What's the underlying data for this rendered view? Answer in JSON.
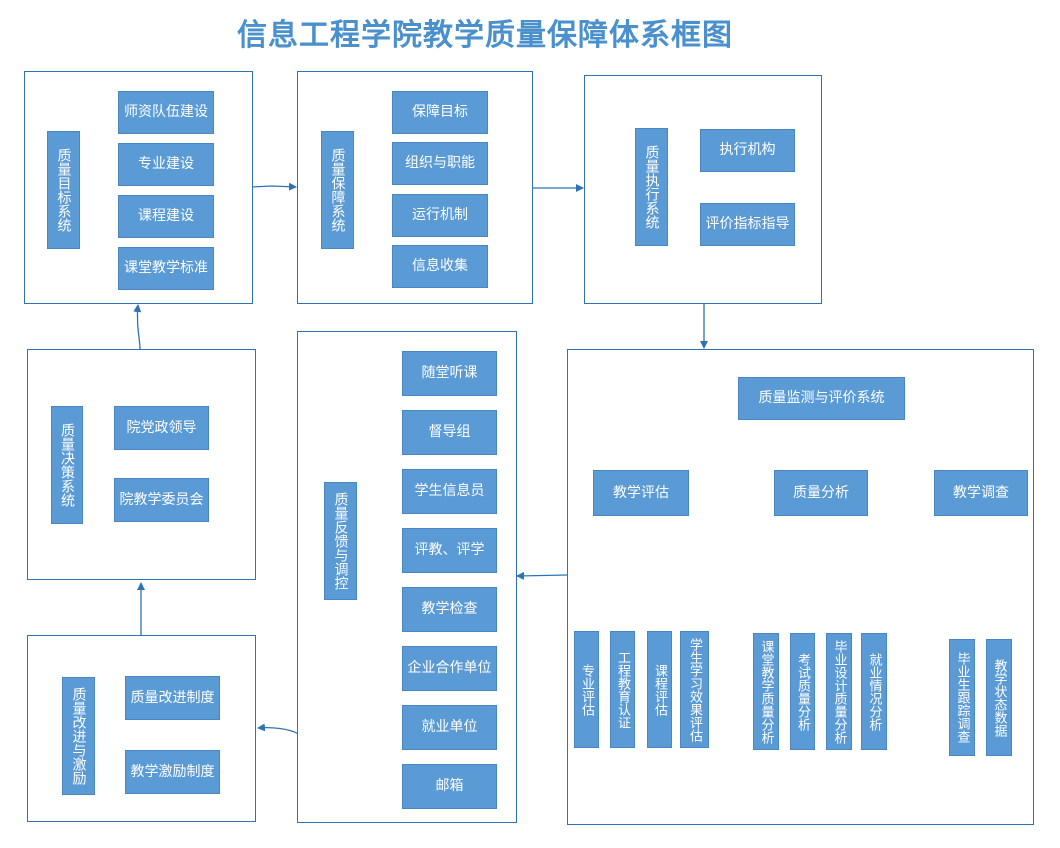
{
  "title": "信息工程学院教学质量保障体系框图",
  "colors": {
    "accent": "#5b9bd5",
    "line": "#2e74b5",
    "title": "#4a90cc"
  },
  "target_system": {
    "label": "质量目标系统",
    "items": [
      "师资队伍建设",
      "专业建设",
      "课程建设",
      "课堂教学标准"
    ]
  },
  "assurance_system": {
    "label": "质量保障系统",
    "items": [
      "保障目标",
      "组织与职能",
      "运行机制",
      "信息收集"
    ]
  },
  "execution_system": {
    "label": "质量执行系统",
    "items": [
      "执行机构",
      "评价指标指导"
    ]
  },
  "monitoring_system": {
    "label": "质量监测与评价系统",
    "groups": [
      {
        "label": "教学评估",
        "items": [
          "专业评估",
          "工程教育认证",
          "课程评估",
          "学生学习效果评估"
        ]
      },
      {
        "label": "质量分析",
        "items": [
          "课堂教学质量分析",
          "考试质量分析",
          "毕业设计质量分析",
          "就业情况分析"
        ]
      },
      {
        "label": "教学调查",
        "items": [
          "毕业生跟踪调查",
          "教学状态数据"
        ]
      }
    ]
  },
  "feedback_system": {
    "label": "质量反馈与调控",
    "items": [
      "随堂听课",
      "督导组",
      "学生信息员",
      "评教、评学",
      "教学检查",
      "企业合作单位",
      "就业单位",
      "邮箱"
    ]
  },
  "decision_system": {
    "label": "质量决策系统",
    "items": [
      "院党政领导",
      "院教学委员会"
    ]
  },
  "improvement_system": {
    "label": "质量改进与激励",
    "items": [
      "质量改进制度",
      "教学激励制度"
    ]
  }
}
